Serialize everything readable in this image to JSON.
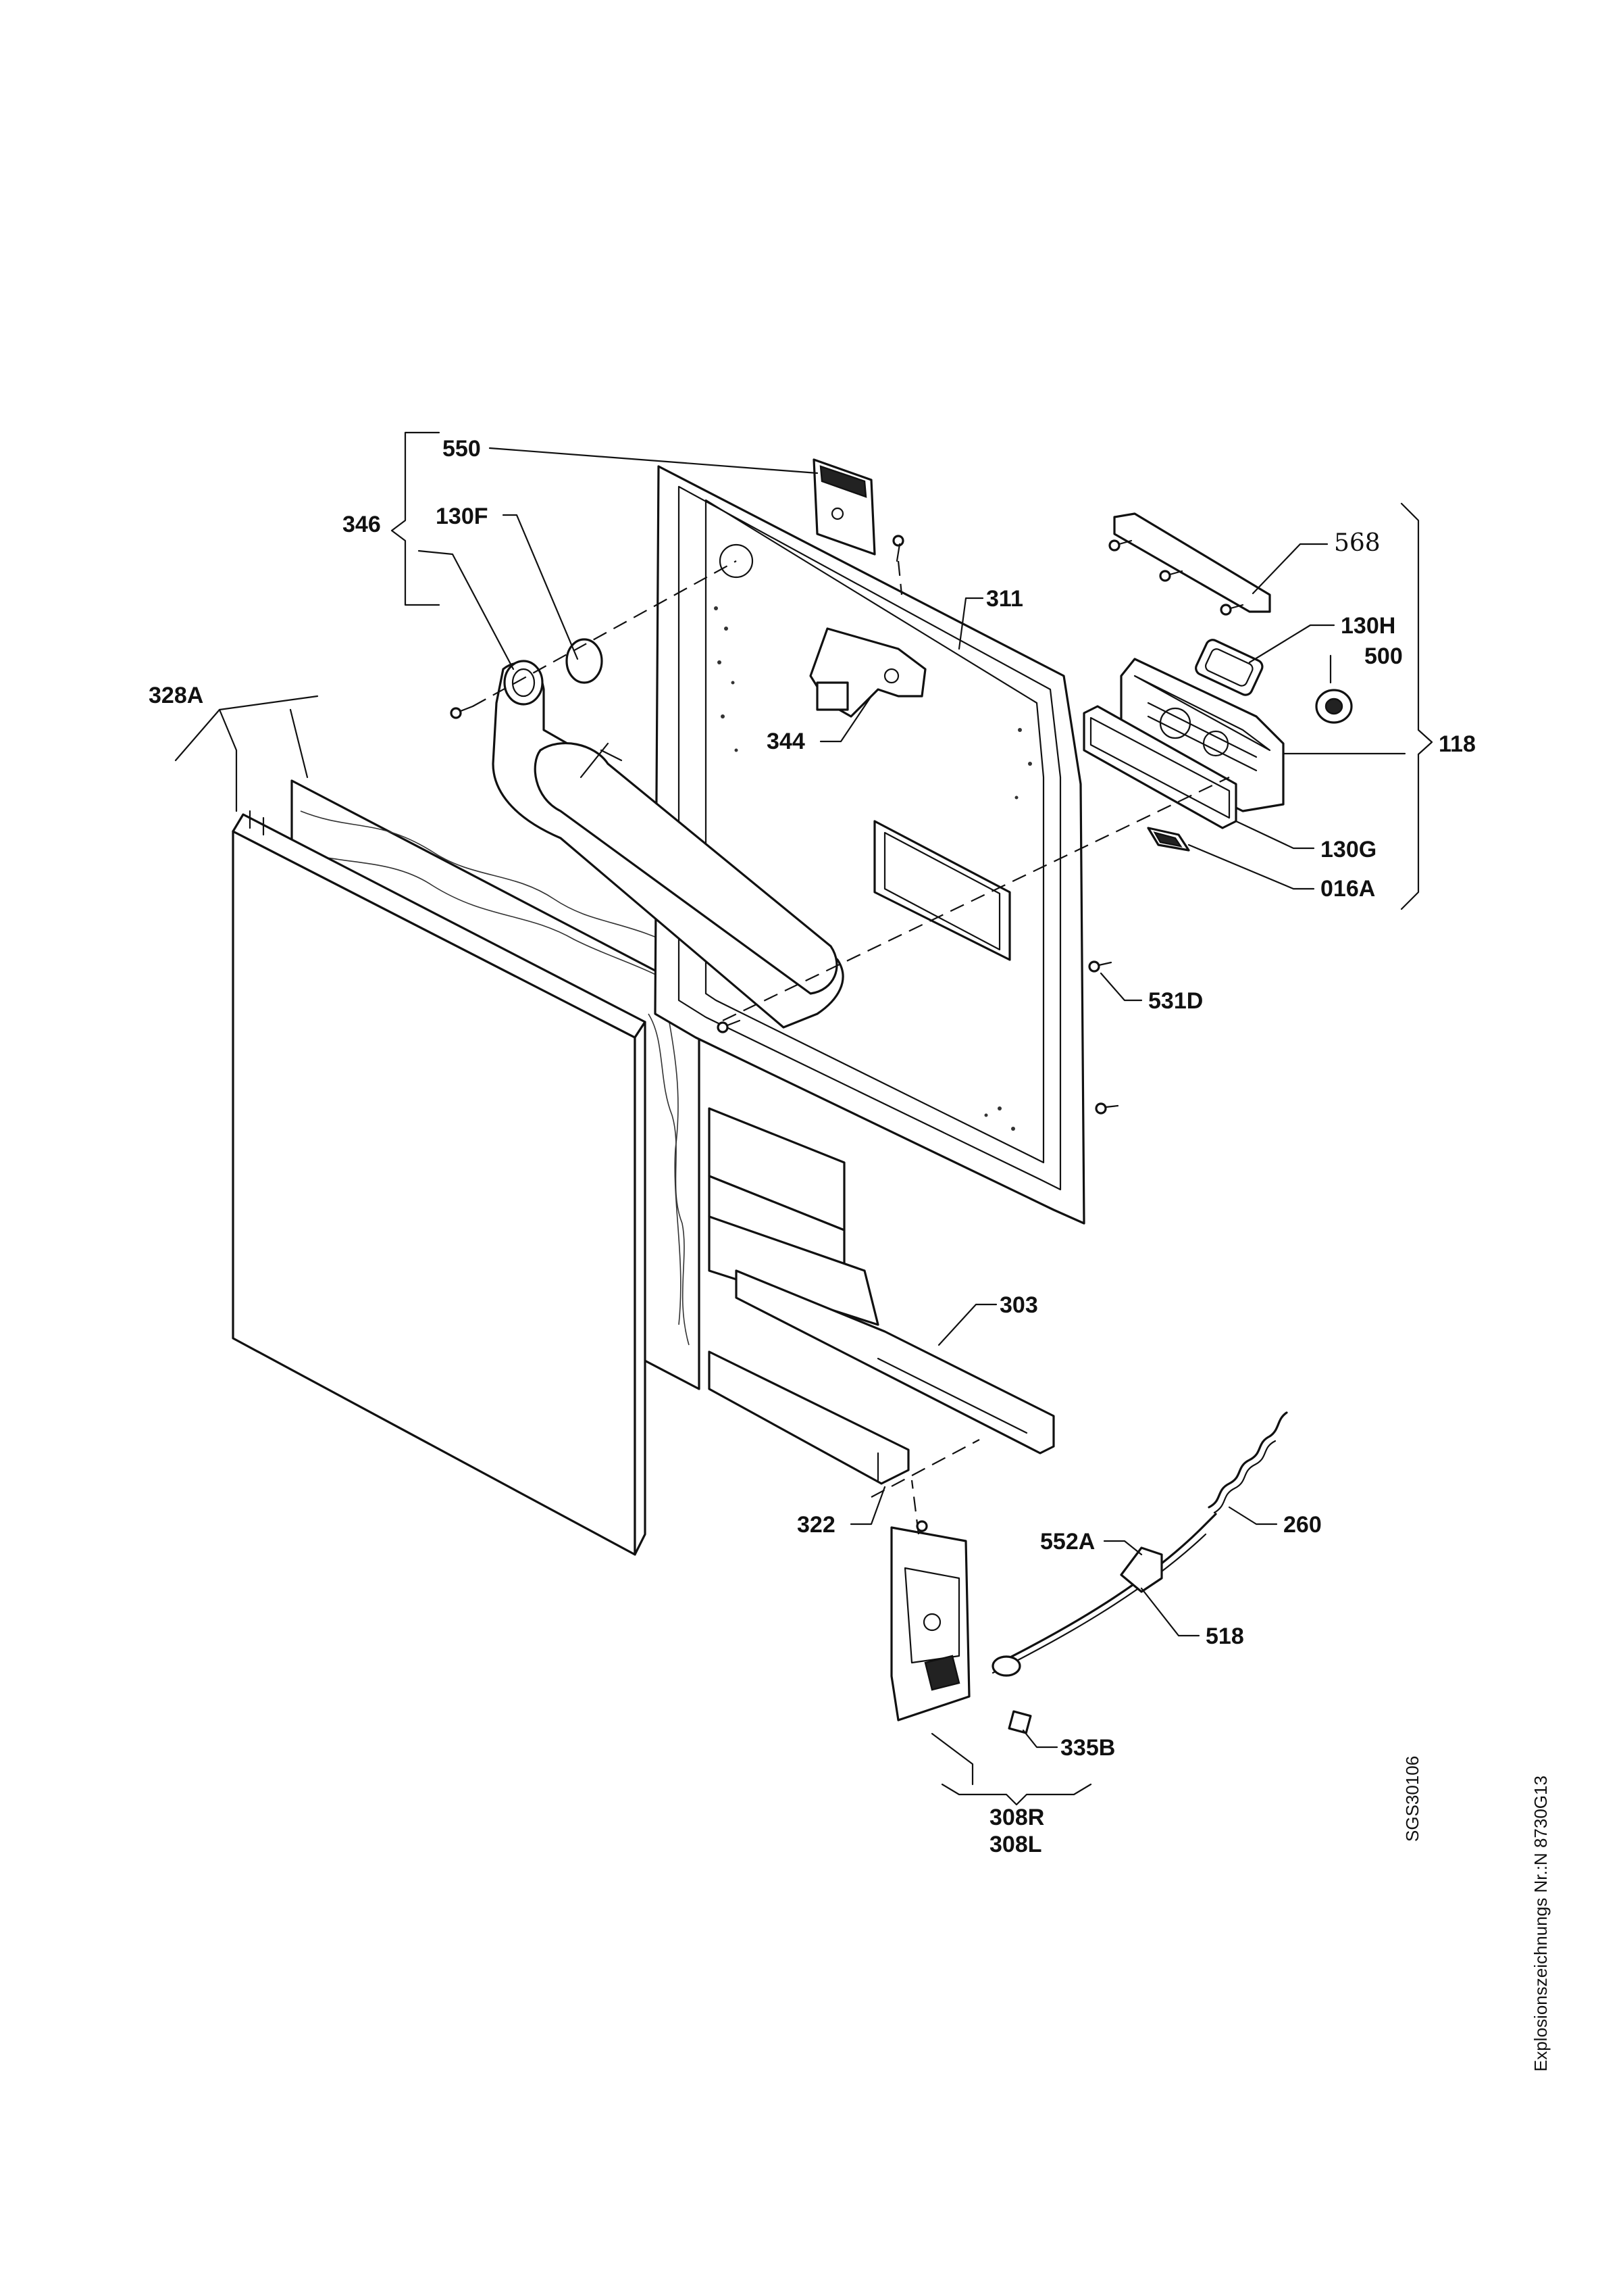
{
  "drawing": {
    "doc_number": "SGS30106",
    "explosion_drawing_no": "Explosionszeichnungs Nr.:N 8730G13"
  },
  "labels": {
    "p550": "550",
    "p346": "346",
    "p130F": "130F",
    "p328A": "328A",
    "p311": "311",
    "p344": "344",
    "p568": "568",
    "p130H": "130H",
    "p500": "500",
    "p118": "118",
    "p130G": "130G",
    "p016A": "016A",
    "p531D": "531D",
    "p303": "303",
    "p322": "322",
    "p260": "260",
    "p552A": "552A",
    "p518": "518",
    "p335B": "335B",
    "p308R": "308R",
    "p308L": "308L"
  }
}
